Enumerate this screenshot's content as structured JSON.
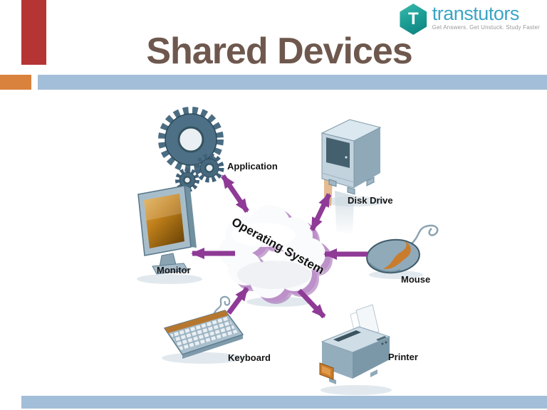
{
  "slide": {
    "title": "Shared Devices",
    "colors": {
      "title_brown": "#6e584e",
      "accent_red": "#b53434",
      "accent_orange": "#d9823d",
      "accent_blue": "#a3bed8",
      "arrow_purple": "#8e3a96",
      "device_steel": "#4b6d82"
    }
  },
  "logo": {
    "brand": "transtutors",
    "tagline": "Get Answers. Get Unstuck. Study Faster",
    "icon_letter": "T",
    "brand_color": "#3aa5c5",
    "icon_color": "#1c9e96"
  },
  "diagram": {
    "center_label": "Operating System",
    "nodes": [
      {
        "id": "application",
        "label": "Application",
        "link": "bidirectional"
      },
      {
        "id": "disk-drive",
        "label": "Disk Drive",
        "link": "bidirectional"
      },
      {
        "id": "monitor",
        "label": "Monitor",
        "link": "from-os"
      },
      {
        "id": "mouse",
        "label": "Mouse",
        "link": "to-os"
      },
      {
        "id": "keyboard",
        "label": "Keyboard",
        "link": "to-os"
      },
      {
        "id": "printer",
        "label": "Printer",
        "link": "from-os"
      }
    ]
  }
}
